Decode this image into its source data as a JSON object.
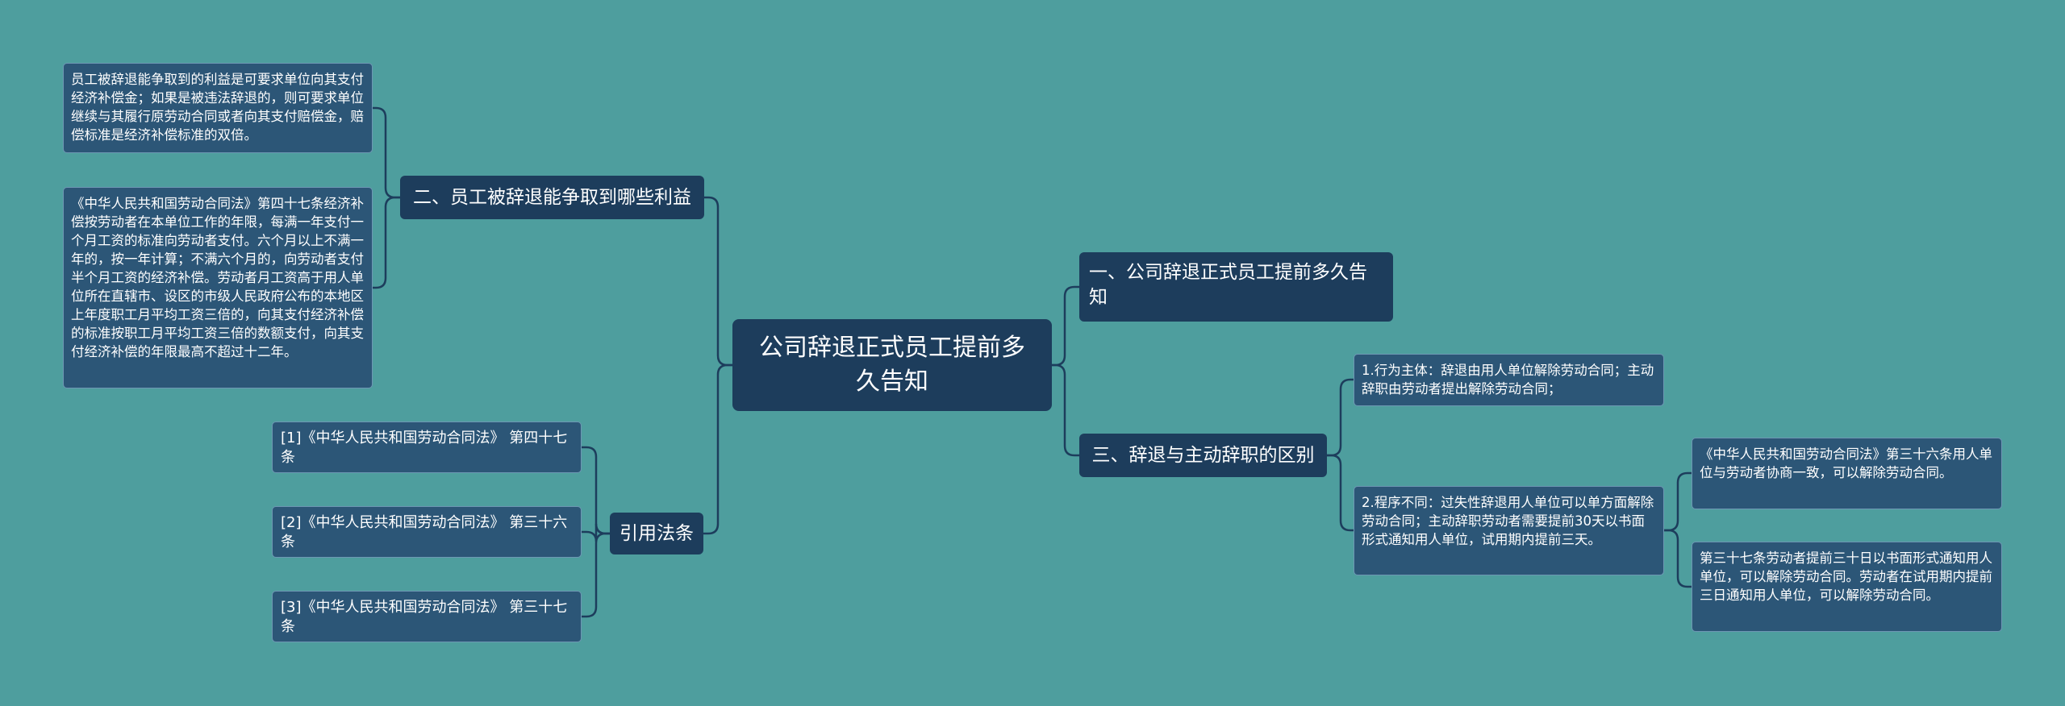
{
  "colors": {
    "background": "#4e9e9e",
    "root_fill": "#1d3d5c",
    "branch_fill": "#1d3d5c",
    "leaf_fill": "#2c5677",
    "connector": "#1d3d5c"
  },
  "root": {
    "label": "公司辞退正式员工提前多久告知"
  },
  "left": {
    "benefits": {
      "label": "二、员工被辞退能争取到哪些利益",
      "items": [
        "员工被辞退能争取到的利益是可要求单位向其支付经济补偿金；如果是被违法辞退的，则可要求单位继续与其履行原劳动合同或者向其支付赔偿金，赔偿标准是经济补偿标准的双倍。",
        "《中华人民共和国劳动合同法》第四十七条经济补偿按劳动者在本单位工作的年限，每满一年支付一个月工资的标准向劳动者支付。六个月以上不满一年的，按一年计算；不满六个月的，向劳动者支付半个月工资的经济补偿。劳动者月工资高于用人单位所在直辖市、设区的市级人民政府公布的本地区上年度职工月平均工资三倍的，向其支付经济补偿的标准按职工月平均工资三倍的数额支付，向其支付经济补偿的年限最高不超过十二年。"
      ]
    },
    "refs": {
      "label": "引用法条",
      "items": [
        "[1]《中华人民共和国劳动合同法》 第四十七条",
        "[2]《中华人民共和国劳动合同法》 第三十六条",
        "[3]《中华人民共和国劳动合同法》 第三十七条"
      ]
    }
  },
  "right": {
    "notice": {
      "label": "一、公司辞退正式员工提前多久告知"
    },
    "diff": {
      "label": "三、辞退与主动辞职的区别",
      "items": [
        "1.行为主体：辞退由用人单位解除劳动合同；主动辞职由劳动者提出解除劳动合同；",
        "2.程序不同：过失性辞退用人单位可以单方面解除劳动合同；主动辞职劳动者需要提前30天以书面形式通知用人单位，试用期内提前三天。"
      ],
      "sub_items": [
        "《中华人民共和国劳动合同法》第三十六条用人单位与劳动者协商一致，可以解除劳动合同。",
        "第三十七条劳动者提前三十日以书面形式通知用人单位，可以解除劳动合同。劳动者在试用期内提前三日通知用人单位，可以解除劳动合同。"
      ]
    }
  }
}
